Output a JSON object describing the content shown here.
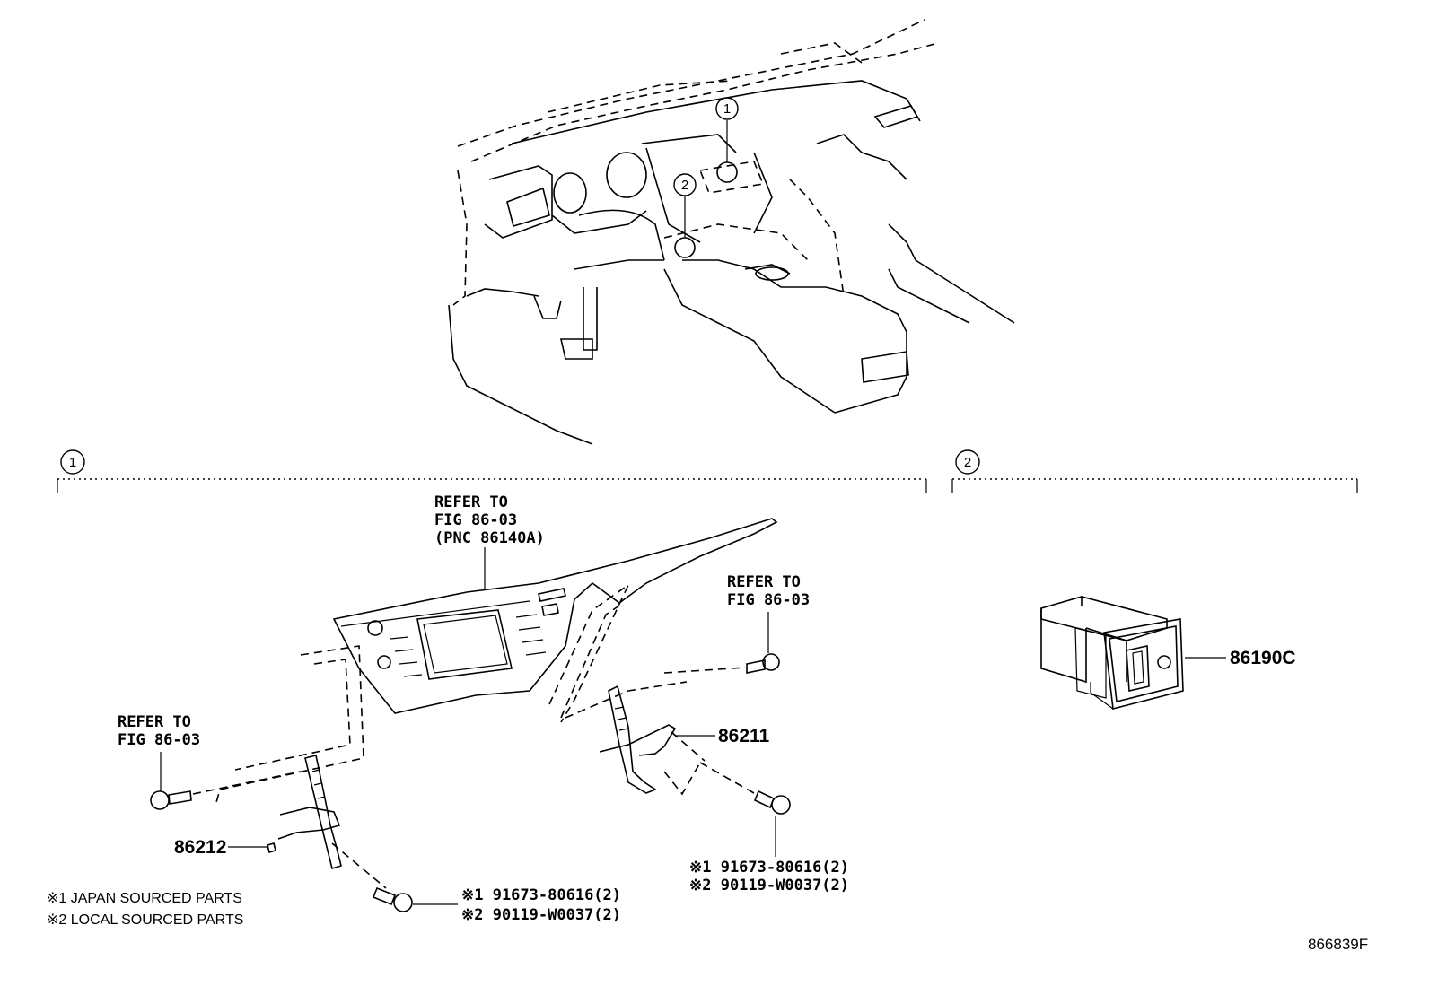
{
  "markers": {
    "m1": "1",
    "m2": "2"
  },
  "refs": {
    "panel": [
      "REFER TO",
      "FIG 86-03",
      "(PNC 86140A)"
    ],
    "screw_right": [
      "REFER TO",
      "FIG 86-03"
    ],
    "screw_left": [
      "REFER TO",
      "FIG 86-03"
    ]
  },
  "parts": {
    "bracket_right": "86211",
    "bracket_left": "86212",
    "usb_module": "86190C"
  },
  "fasteners": {
    "right": [
      "※1  91673-80616(2)",
      "※2  90119-W0037(2)"
    ],
    "left": [
      "※1  91673-80616(2)",
      "※2  90119-W0037(2)"
    ]
  },
  "notes": [
    "※1 JAPAN SOURCED PARTS",
    "※2 LOCAL SOURCED PARTS"
  ],
  "figure_id": "866839F"
}
